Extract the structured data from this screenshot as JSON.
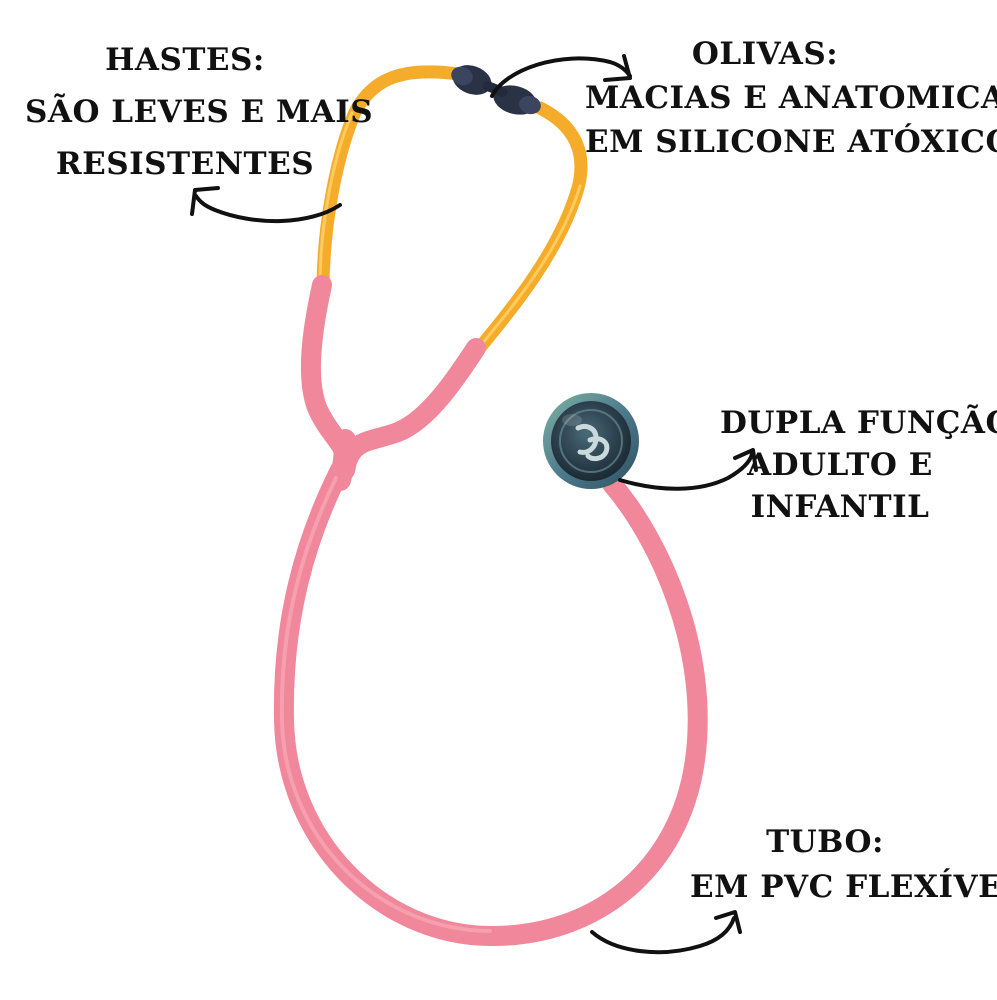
{
  "product": {
    "tube_color": "#f0879a",
    "binaural_color": "#f4ac2a",
    "eartip_color": "#2a3246"
  },
  "labels": {
    "hastes": {
      "title": "HASTES:",
      "line1": "SÃO LEVES E MAIS",
      "line2": "RESISTENTES"
    },
    "olivas": {
      "title": "OLIVAS:",
      "line1": "MACIAS E ANATOMICAS",
      "line2": "EM SILICONE ATÓXICO"
    },
    "dupla_funcao": {
      "title": "DUPLA FUNÇÃO:",
      "line1": "ADULTO E",
      "line2": "INFANTIL"
    },
    "tubo": {
      "title": "TUBO:",
      "line1": "EM PVC FLEXÍVEL"
    }
  }
}
